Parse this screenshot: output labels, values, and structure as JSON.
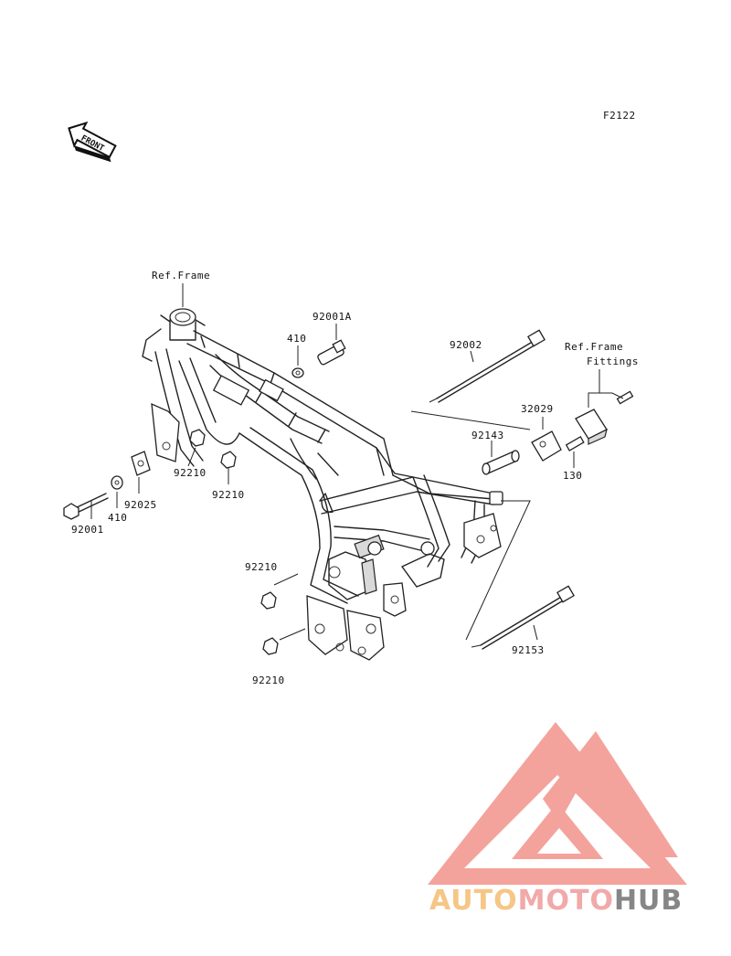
{
  "diagram": {
    "code": "F2122",
    "front_label": "FRONT",
    "ref_labels": {
      "frame": "Ref.Frame",
      "frame_fittings_line1": "Ref.Frame",
      "frame_fittings_line2": "Fittings"
    },
    "parts": {
      "p92001A": "92001A",
      "p410_top": "410",
      "p92002": "92002",
      "p32029": "32029",
      "p92143": "92143",
      "p130": "130",
      "p92210_a": "92210",
      "p92210_b": "92210",
      "p92025": "92025",
      "p92001": "92001",
      "p410_left": "410",
      "p92210_c": "92210",
      "p92210_d": "92210",
      "p92153": "92153"
    }
  },
  "watermark": {
    "part1": "AUTO",
    "part2": "MOTO",
    "part3": "HUB",
    "colors": {
      "auto": "#f5c079",
      "moto": "#f0a0a0",
      "hub": "#7a7a7a",
      "triangle": "#f29a92"
    }
  }
}
